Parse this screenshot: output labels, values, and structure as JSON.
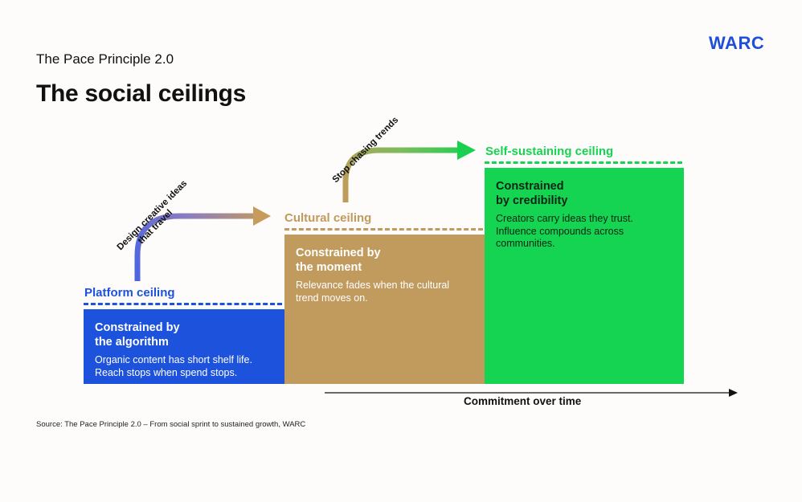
{
  "header": {
    "subtitle": "The Pace Principle 2.0",
    "title": "The social ceilings",
    "logo": "WARC"
  },
  "stages": [
    {
      "ceiling_label": "Platform ceiling",
      "heading_line1": "Constrained by",
      "heading_line2": "the algorithm",
      "desc_line1": "Organic content has short shelf life.",
      "desc_line2": "Reach stops when spend stops.",
      "color": "#1d52dc"
    },
    {
      "ceiling_label": "Cultural ceiling",
      "heading_line1": "Constrained by",
      "heading_line2": "the moment",
      "desc_line1": "Relevance fades when the cultural",
      "desc_line2": "trend moves on.",
      "color": "#c19a5d"
    },
    {
      "ceiling_label": "Self-sustaining ceiling",
      "heading_line1": "Constrained",
      "heading_line2": "by credibility",
      "desc_line1": "Creators carry ideas they trust.",
      "desc_line2": "Influence compounds across",
      "desc_line3": "communities.",
      "color": "#15d452"
    }
  ],
  "transitions": [
    {
      "label_line1": "Design creative ideas",
      "label_line2": "that travel"
    },
    {
      "label_line1": "Stop chasing trends"
    }
  ],
  "axis": {
    "label": "Commitment over time"
  },
  "footer": {
    "source": "Source: The Pace Principle 2.0 – From social sprint to sustained growth, WARC"
  }
}
